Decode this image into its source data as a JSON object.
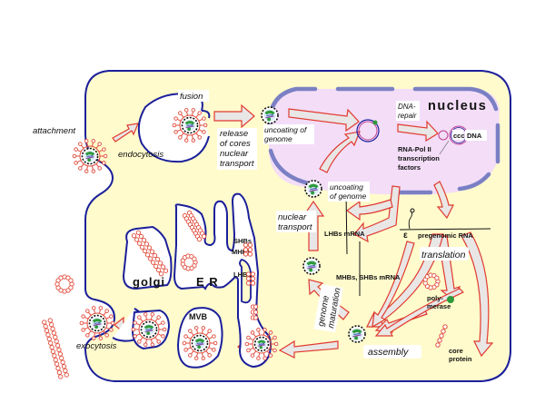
{
  "diagram": {
    "title": "Hepatitis B virus life cycle",
    "colors": {
      "cell_fill": "#FFFBCC",
      "membrane": "#1B1F9A",
      "nucleus_fill": "#F3DDF7",
      "nuclear_envelope": "#7B80C4",
      "arrow_fill": "#E9E6E6",
      "arrow_stroke": "#E03A2F",
      "capsid_green": "#2E9A3A",
      "surface_protein": "#E04A3A"
    },
    "labels": {
      "attachment": "attachment",
      "endocytosis": "endocytosis",
      "fusion": "fusion",
      "release_line1": "release",
      "release_line2": "of cores",
      "release_line3": "nuclear",
      "release_line4": "transport",
      "uncoating1_line1": "uncoating of",
      "uncoating1_line2": "genome",
      "nucleus": "nucleus",
      "dna_repair_line1": "DNA-",
      "dna_repair_line2": "repair",
      "ccc": "ccc",
      "dna": "DNA",
      "rnapol_line1": "RNA-Pol II",
      "rnapol_line2": "transcription",
      "rnapol_line3": "factors",
      "uncoating2_line1": "uncoating",
      "uncoating2_line2": "of genome",
      "nuclear_transport_line1": "nuclear",
      "nuclear_transport_line2": "transport",
      "lhbs_mrna": "LHBs  mRNA",
      "mhbs_shbs_mrna": "MHBs, SHBs mRNA",
      "epsilon": "ε",
      "pregenomic_rna": "pregenomic RNA",
      "translation": "translation",
      "polymerase_line1": "poly-",
      "polymerase_line2": "merase",
      "core_line1": "core",
      "core_line2": "protein",
      "assembly": "assembly",
      "genome_line1": "genome",
      "genome_line2": "maturation",
      "shbs": "SHBs",
      "mhbs": "MHBs",
      "lhbs": "LHBs",
      "golgi": "golgi",
      "er": "E R",
      "mvb": "MVB",
      "exocytosis": "exocytosis"
    }
  }
}
